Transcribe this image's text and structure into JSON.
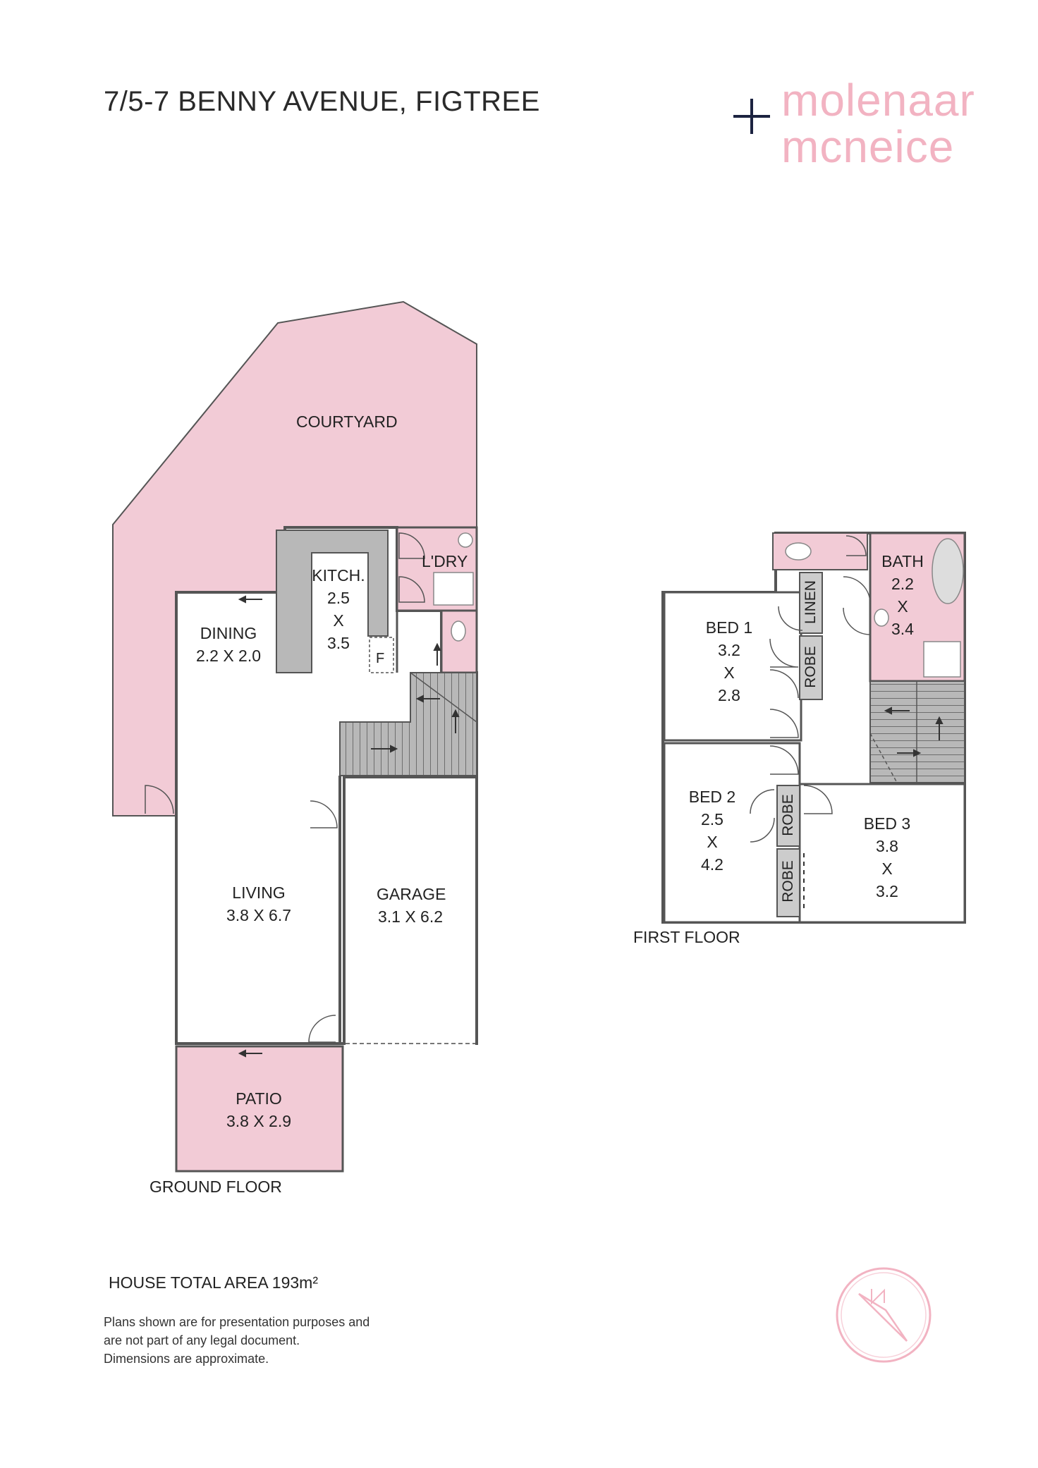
{
  "header": {
    "address": "7/5-7 BENNY AVENUE, FIGTREE",
    "logo_line1": "molenaar",
    "logo_line2": "mcneice"
  },
  "colors": {
    "pink_fill": "#f2cbd6",
    "wall": "#555555",
    "stair_fill": "#b8b8b8",
    "logo_pink": "#f2b3c2",
    "logo_plus": "#1c2340"
  },
  "ground_floor": {
    "label": "GROUND FLOOR",
    "rooms": {
      "courtyard": "COURTYARD",
      "laundry": "L'DRY",
      "kitchen": {
        "name": "KITCH.",
        "w": "2.5",
        "x": "X",
        "d": "3.5"
      },
      "dining": {
        "name": "DINING",
        "dims": "2.2 X 2.0"
      },
      "fridge": "F",
      "living": {
        "name": "LIVING",
        "dims": "3.8 X 6.7"
      },
      "garage": {
        "name": "GARAGE",
        "dims": "3.1 X 6.2"
      },
      "patio": {
        "name": "PATIO",
        "dims": "3.8 X 2.9"
      }
    }
  },
  "first_floor": {
    "label": "FIRST FLOOR",
    "rooms": {
      "bath": {
        "name": "BATH",
        "w": "2.2",
        "x": "X",
        "d": "3.4"
      },
      "linen": "LINEN",
      "robe1": "ROBE",
      "robe2": "ROBE",
      "robe3": "ROBE",
      "bed1": {
        "name": "BED 1",
        "w": "3.2",
        "x": "X",
        "d": "2.8"
      },
      "bed2": {
        "name": "BED 2",
        "w": "2.5",
        "x": "X",
        "d": "4.2"
      },
      "bed3": {
        "name": "BED 3",
        "w": "3.8",
        "x": "X",
        "d": "3.2"
      }
    }
  },
  "footer": {
    "total_area": "HOUSE TOTAL AREA 193m²",
    "disclaimer_1": "Plans shown are for presentation purposes and",
    "disclaimer_2": "are not part of any legal document.",
    "disclaimer_3": "Dimensions are approximate."
  },
  "compass_icon": "north-arrow-icon"
}
